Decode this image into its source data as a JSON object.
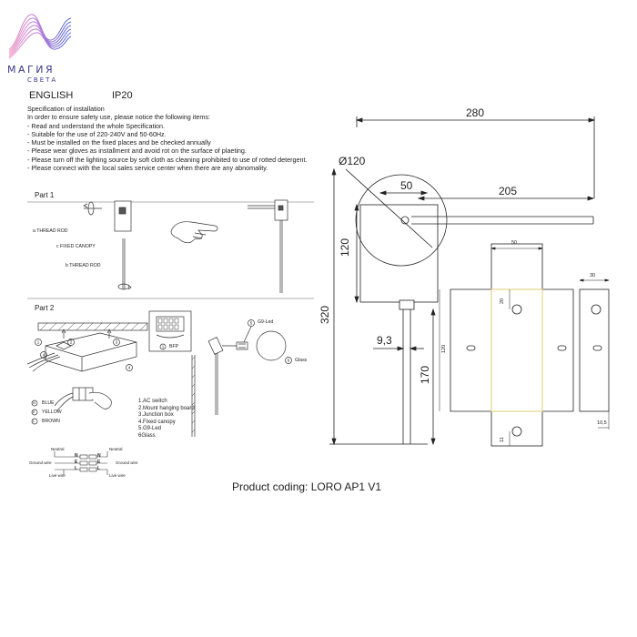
{
  "brand": {
    "name": "МАГИЯ",
    "sub": "СВЕТА"
  },
  "header": {
    "language": "ENGLISH",
    "ip_rating": "IP20"
  },
  "spec": {
    "title": "Specification of installation",
    "lines": [
      "In order to ensure safety use, please notice the following items:",
      "- Read and understand the whole Specification.",
      "- Suitable for the use of 220-240V and 50-60Hz.",
      "- Must be installed on the fixed places and be checked annually",
      "- Please wear gloves as installment and avoid rot on the surface of plaeting.",
      "- Please turn off the lighting source by soft cloth as cleaning prohibited to use of rotted detergent.",
      "- Please connect with the local sales service center when there are any abnomality."
    ]
  },
  "part1": {
    "title": "Part 1",
    "thread_rod_a": "a THREAD ROD",
    "fixed_canopy": "c  FIXED CANOPY",
    "thread_rod_b": "b  THREAD ROD"
  },
  "part2": {
    "title": "Part 2",
    "g9_led": "G9-Led",
    "glass": "Glass",
    "bfp": "BFP",
    "wires": {
      "blue": "BLUE",
      "yellow": "YELLOW",
      "brown": "BROWN"
    },
    "legend": [
      "1.AC switch",
      "2.Mount hanging board",
      "3.Junction box",
      "4.Fixed canopy",
      "5.G9-Led",
      "6Glass"
    ],
    "neutral": "Neutral",
    "ground_wire": "Ground wire",
    "live_wire": "Live wire",
    "terminal_letters": [
      "N",
      "E",
      "L"
    ],
    "callouts": [
      "1",
      "2",
      "3",
      "4",
      "5",
      "6"
    ]
  },
  "dimensions": {
    "total_width": "280",
    "diameter": "Ø120",
    "base_width": "50",
    "arm_length": "205",
    "height_box": "120",
    "total_height": "320",
    "rod_width": "9,3",
    "rod_length": "170"
  },
  "bracket": {
    "top_width": "50",
    "height": "120",
    "hole_offset": "20",
    "bottom_offset": "11",
    "side_width": "30",
    "side_depth": "10,5"
  },
  "footer": {
    "product_coding": "Product coding: LORO AP1 V1"
  }
}
